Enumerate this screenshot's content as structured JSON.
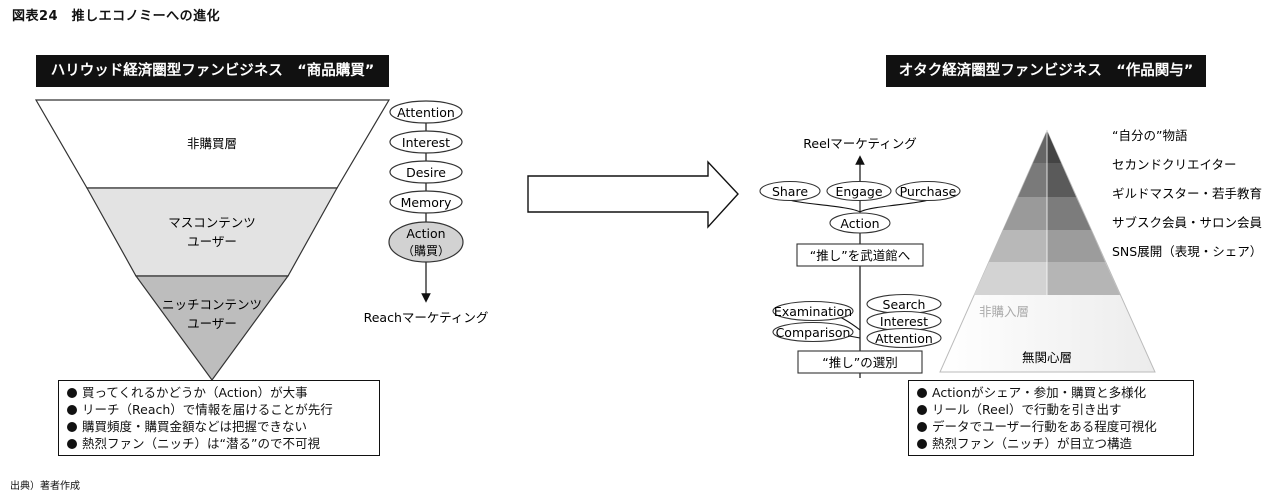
{
  "figure_title": "図表24　推しエコノミーへの進化",
  "source": "出典）著者作成",
  "left": {
    "header": "ハリウッド経済圏型ファンビジネス　“商品購買”",
    "funnel_layers": [
      {
        "line1": "非購買層",
        "line2": ""
      },
      {
        "line1": "マスコンテンツ",
        "line2": "ユーザー"
      },
      {
        "line1": "ニッチコンテンツ",
        "line2": "ユーザー"
      }
    ],
    "aidma": [
      "Attention",
      "Interest",
      "Desire",
      "Memory"
    ],
    "action": {
      "line1": "Action",
      "line2": "（購買）"
    },
    "result_label": "Reachマーケティング",
    "notes": [
      "買ってくれるかどうか（Action）が大事",
      "リーチ（Reach）で情報を届けることが先行",
      "購買頻度・購買金額などは把握できない",
      "熱烈ファン（ニッチ）は“潜る”ので不可視"
    ]
  },
  "right": {
    "header": "オタク経済圏型ファンビジネス　“作品関与”",
    "result_label": "Reelマーケティング",
    "top_actions": [
      "Share",
      "Engage",
      "Purchase"
    ],
    "action": "Action",
    "box_top": "“推し”を武道館へ",
    "left_stage": [
      "Examination",
      "Comparison"
    ],
    "right_stage": [
      "Search",
      "Interest",
      "Attention"
    ],
    "box_bottom": "“推し”の選別",
    "pyramid_labels": [
      "“自分の”物語",
      "セカンドクリエイター",
      "ギルドマスター・若手教育",
      "サブスク会員・サロン会員",
      "SNS展開（表現・シェア）"
    ],
    "pyramid_inner": [
      "非購入層",
      "無関心層"
    ],
    "notes": [
      "Actionがシェア・参加・購買と多様化",
      "リール（Reel）で行動を引き出す",
      "データでユーザー行動をある程度可視化",
      "熱烈ファン（ニッチ）が目立つ構造"
    ]
  }
}
